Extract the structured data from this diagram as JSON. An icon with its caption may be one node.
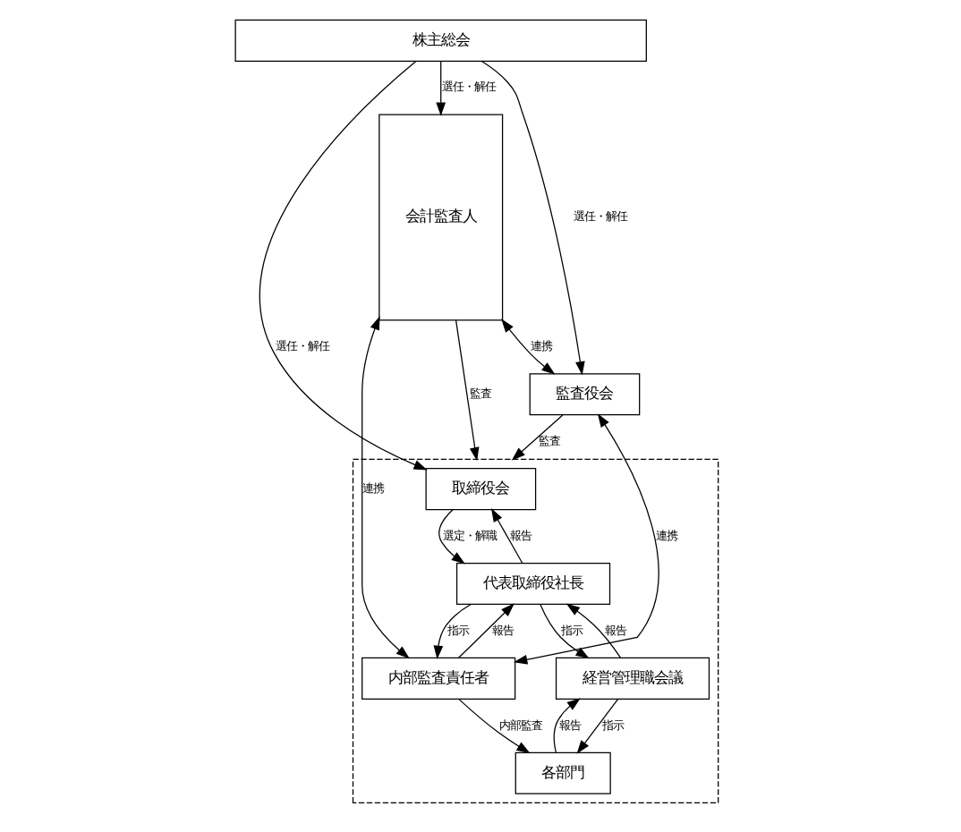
{
  "diagram": {
    "nodes": [
      {
        "text": [
          "株主総会"
        ]
      },
      {
        "text": [
          "会計監査人"
        ]
      },
      {
        "text": [
          "監査役会"
        ]
      },
      {
        "text": [],
        "shape": "box"
      },
      {
        "text": [
          "取締役会"
        ],
        "in": 3
      },
      {
        "text": [
          "内部監査責任者"
        ],
        "in": 3
      },
      {
        "text": [
          "代表取締役社長"
        ],
        "in": 3
      },
      {
        "text": [
          "経営管理職会議"
        ],
        "in": 3
      },
      {
        "text": [
          "各部門"
        ],
        "in": 3
      }
    ],
    "edges": [
      {
        "from": 0,
        "to": 1,
        "arrow": "to",
        "label": "選任・解任"
      },
      {
        "from": 0,
        "to": 2,
        "arrow": "to",
        "label": "選任・解任"
      },
      {
        "from": 0,
        "to": 4,
        "arrow": "to",
        "label": "選任・解任"
      },
      {
        "from": 1,
        "to": 2,
        "arrow": "both",
        "label": "連携"
      },
      {
        "from": 2,
        "to": 5,
        "arrow": "both",
        "label": "連携"
      },
      {
        "from": 2,
        "to": 3,
        "arrow": "to",
        "label": "監査"
      },
      {
        "from": 1,
        "to": 5,
        "arrow": "both",
        "label": "連携"
      },
      {
        "from": 5,
        "to": 6,
        "arrow": "to",
        "label": "報告"
      },
      {
        "from": 6,
        "to": 5,
        "arrow": "to",
        "label": "指示"
      },
      {
        "from": 4,
        "to": 6,
        "arrow": "to",
        "label": "選定・解職"
      },
      {
        "from": 6,
        "to": 4,
        "arrow": "to",
        "label": "報告"
      },
      {
        "from": 7,
        "to": 6,
        "arrow": "to",
        "label": "報告"
      },
      {
        "from": 6,
        "to": 7,
        "arrow": "to",
        "label": "指示"
      },
      {
        "from": 8,
        "to": 7,
        "arrow": "to",
        "label": "報告"
      },
      {
        "from": 7,
        "to": 8,
        "arrow": "to",
        "label": "指示"
      },
      {
        "from": 5,
        "to": 8,
        "arrow": "to",
        "label": "内部監査"
      },
      {
        "from": 1,
        "to": 3,
        "arrow": "to",
        "label": "監査"
      }
    ]
  }
}
